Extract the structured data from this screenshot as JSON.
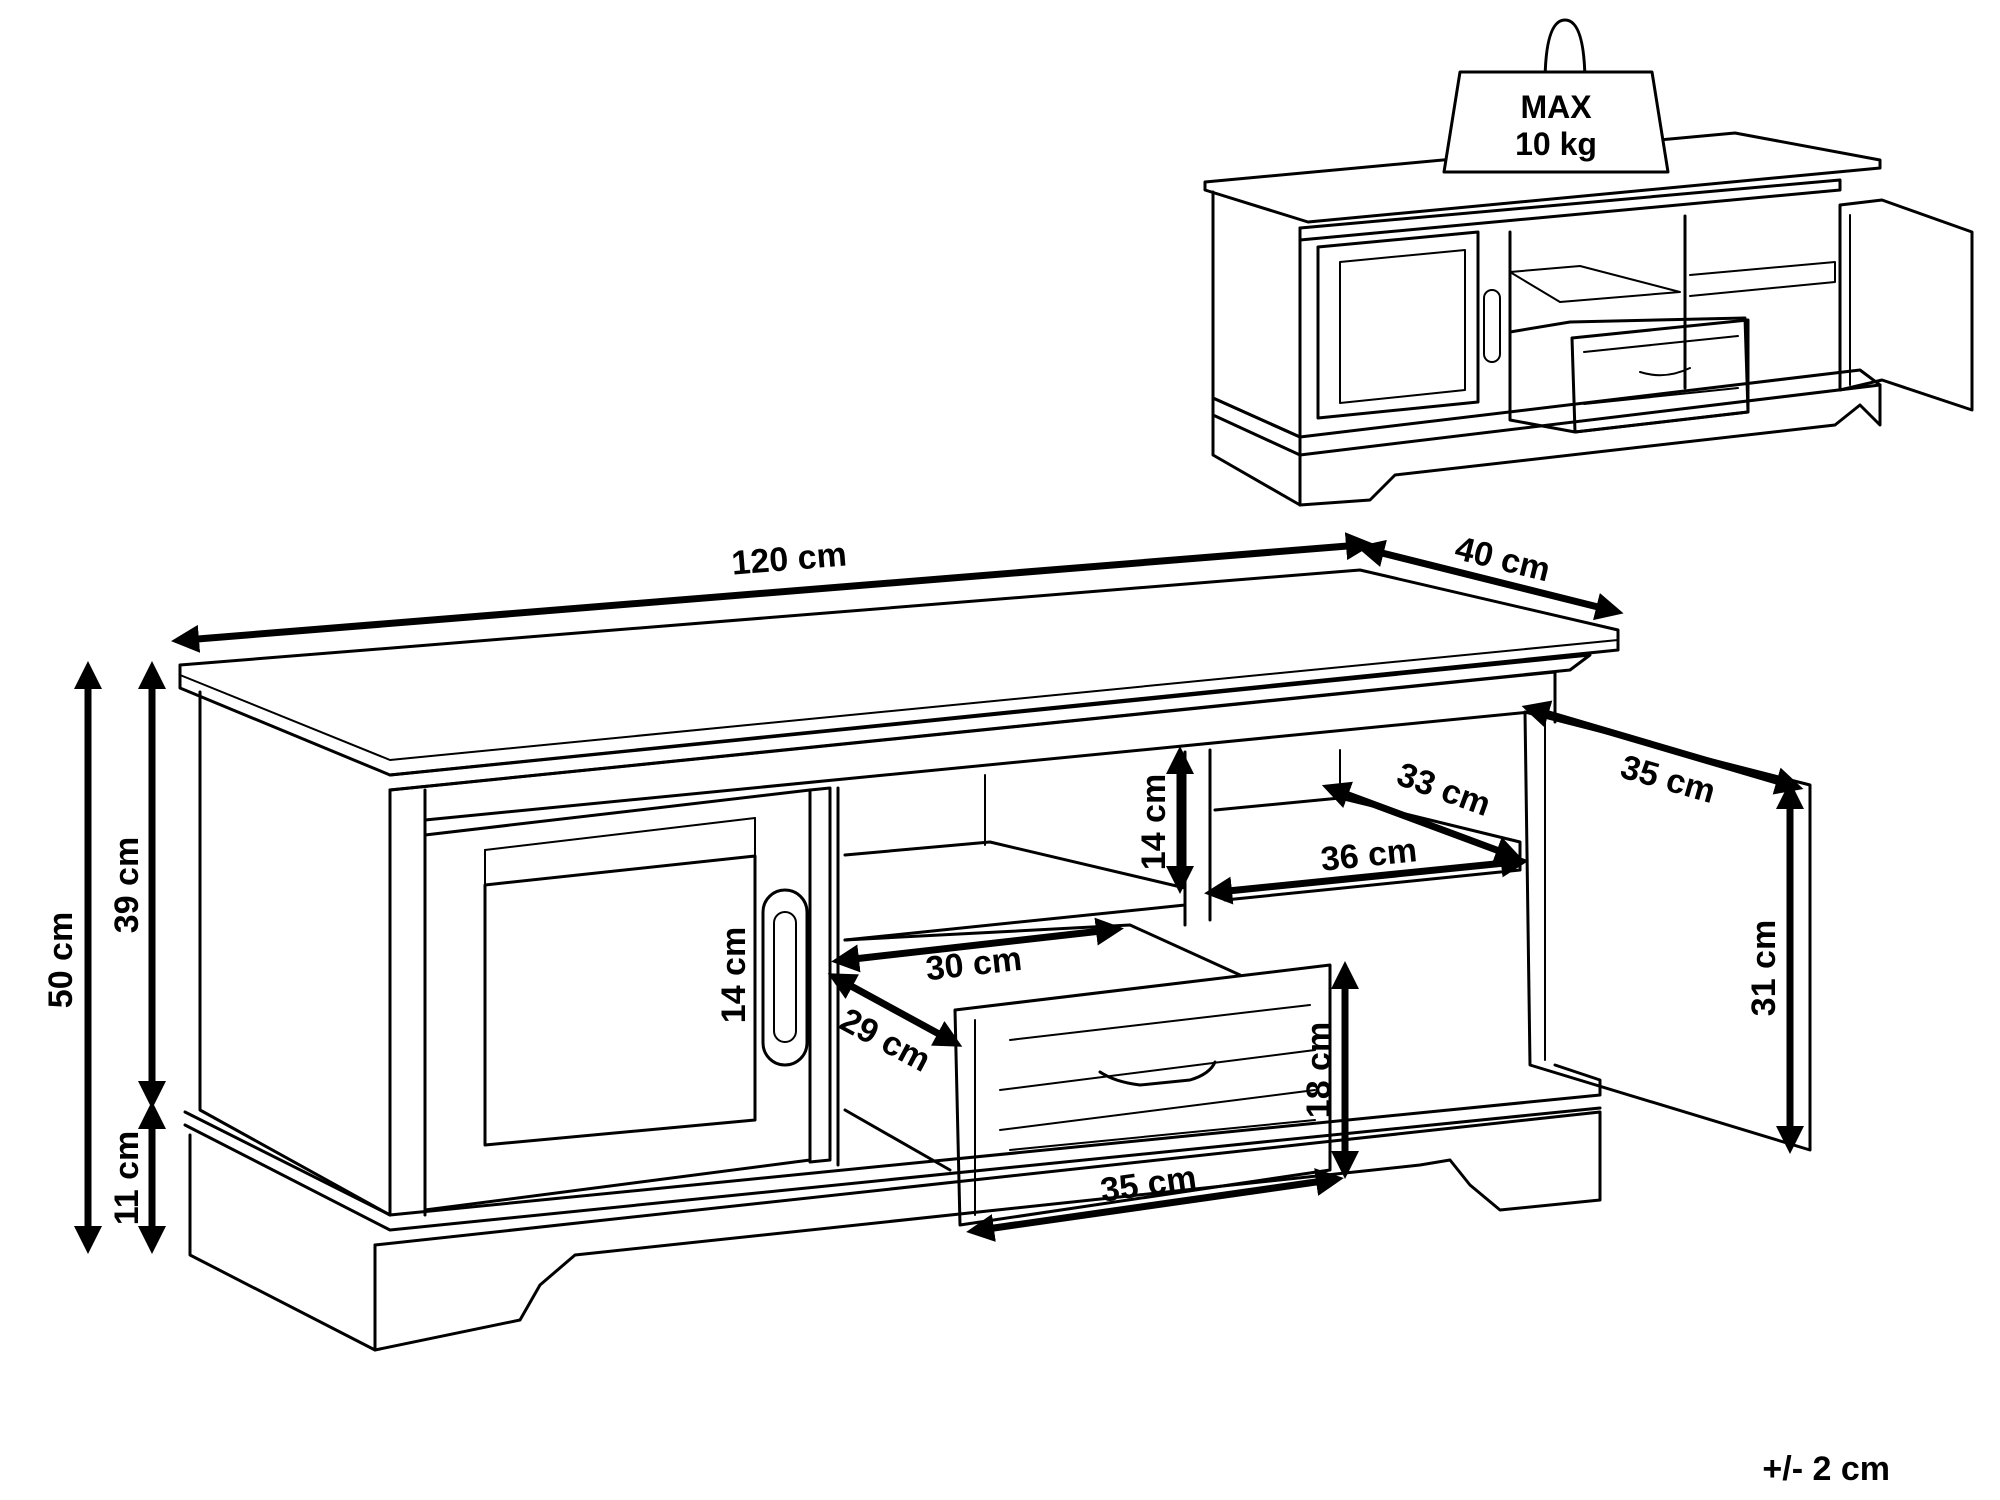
{
  "weight_badge": {
    "line1": "MAX",
    "line2": "10 kg"
  },
  "dimensions": {
    "width": "120 cm",
    "depth": "40 cm",
    "total_height": "50 cm",
    "body_height": "39 cm",
    "base_height": "11 cm",
    "door_handle_height": "14 cm",
    "middle_shelf_height": "14 cm",
    "shelf_width": "36 cm",
    "shelf_depth": "33 cm",
    "inner_width": "30 cm",
    "drawer_depth": "29 cm",
    "drawer_height": "18 cm",
    "drawer_width": "35 cm",
    "door_width": "35 cm",
    "door_height": "31 cm"
  },
  "tolerance": "+/- 2 cm"
}
